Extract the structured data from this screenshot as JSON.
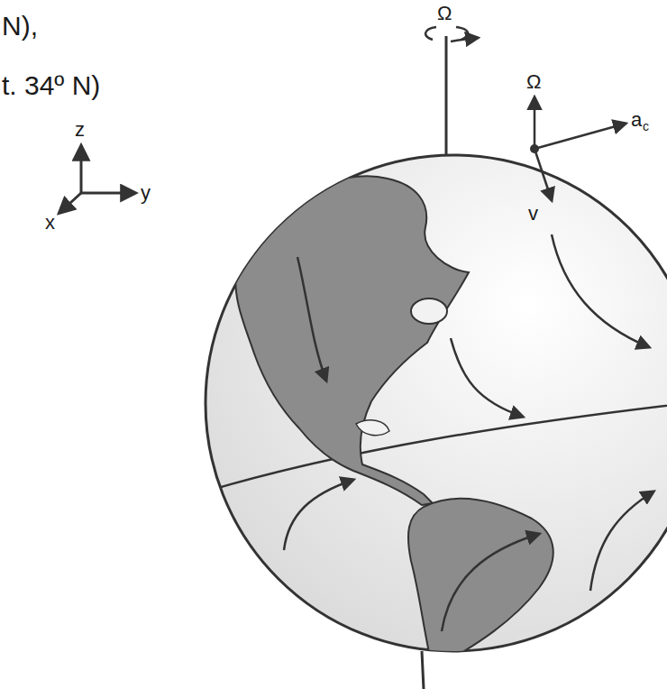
{
  "diagram": {
    "labels": [
      "N),",
      "t. 34º N)",
      "Ω",
      "Ω",
      "a",
      "c",
      "v",
      "z",
      "y",
      "x"
    ]
  }
}
